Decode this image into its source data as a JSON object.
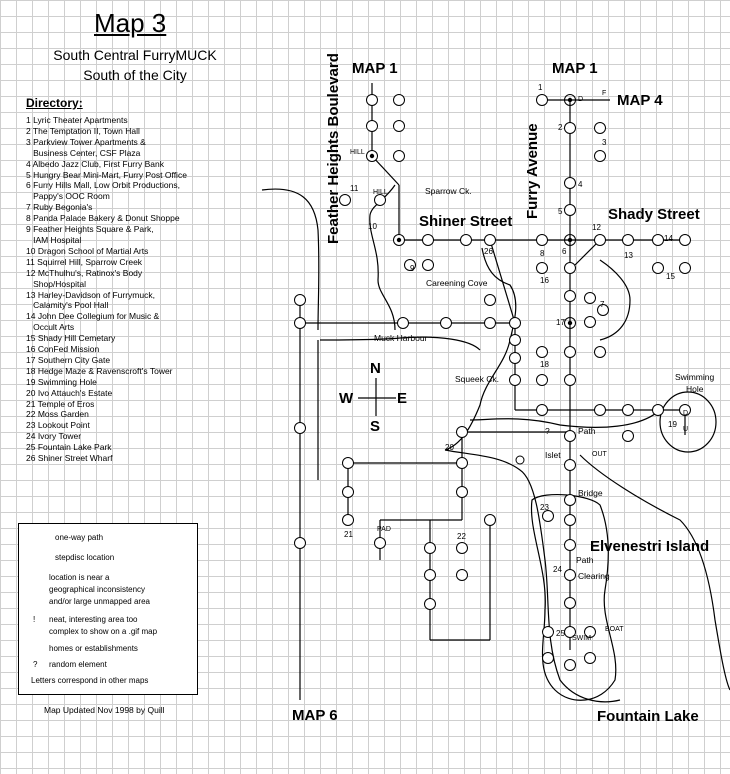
{
  "header": {
    "title": "Map 3",
    "subtitle_line1": "South Central FurryMUCK",
    "subtitle_line2": "South of the City"
  },
  "directory": {
    "heading": "Directory:",
    "lines": [
      "1 Lyric Theater Apartments",
      "2 The Temptation II, Town Hall",
      "3 Parkview Tower Apartments &",
      "   Business Center, CSF Plaza",
      "4 Albedo Jazz Club, First Furry Bank",
      "5 Hungry Bear Mini-Mart, Furry Post Office",
      "6 Furry Hills Mall, Low Orbit Productions,",
      "   Pappy's OOC Room",
      "7 Ruby Begonia's",
      "8 Panda Palace Bakery & Donut Shoppe",
      "9 Feather Heights Square & Park,",
      "   IAM Hospital",
      "10 Dragon School of Martial Arts",
      "11 Squirrel Hill, Sparrow Creek",
      "12 McThulhu's, Ratinox's Body",
      "   Shop/Hospital",
      "13 Harley-Davidson of Furrymuck,",
      "   Calamity's Pool Hall",
      "14 John Dee Collegium for Music &",
      "   Occult Arts",
      "15 Shady Hill Cemetary",
      "16 ConFed Mission",
      "17 Southern City Gate",
      "18 Hedge Maze & Ravenscroft's Tower",
      "19 Swimming Hole",
      "20 Ivo Attauch's Estate",
      "21 Temple of Eros",
      "22 Moss Garden",
      "23 Lookout Point",
      "24 Ivory Tower",
      "25 Fountain Lake Park",
      "26 Shiner Street Wharf"
    ]
  },
  "legend": {
    "one_way": "one-way path",
    "stepdisc": "stepdisc location",
    "inconsistency_1": "location is near a",
    "inconsistency_2": "geographical inconsistency",
    "inconsistency_3": "and/or large unmapped area",
    "neat_symbol": "!",
    "neat_1": "neat, interesting area too",
    "neat_2": "complex to show on a .gif map",
    "homes": "homes or establishments",
    "random_symbol": "?",
    "random": "random element",
    "letters": "Letters correspond in other maps"
  },
  "footer": {
    "updated": "Map Updated Nov 1998 by Quill"
  },
  "map_labels": {
    "map1_left": "MAP 1",
    "map1_right": "MAP 1",
    "map4": "MAP 4",
    "map6": "MAP 6",
    "feather_heights": "Feather   Heights Boulevard",
    "furry_avenue": "Furry Avenue",
    "shiner_street": "Shiner Street",
    "shady_street": "Shady Street",
    "sparrow_ck": "Sparrow Ck.",
    "careening_cove": "Careening Cove",
    "muck_harbour": "Muck Harbour",
    "squeek_ck": "Squeek Ck.",
    "swimming_hole_1": "Swimming",
    "swimming_hole_2": "Hole",
    "path1": "Path",
    "path2": "Path",
    "islet": "Islet",
    "out": "OUT",
    "bridge": "Bridge",
    "clearing": "Clearing",
    "elvenestri": "Elvenestri  Island",
    "fountain_lake": "Fountain Lake",
    "hill1": "HILL",
    "hill2": "HILL",
    "pad": "PAD",
    "boat": "BOAT",
    "swim": "SWIM",
    "question": "?",
    "compass_n": "N",
    "compass_s": "S",
    "compass_e": "E",
    "compass_w": "W",
    "dir_d": "D",
    "dir_f": "F",
    "dir_d2": "D",
    "dir_u": "U"
  },
  "location_numbers": [
    "1",
    "2",
    "3",
    "4",
    "5",
    "6",
    "7",
    "8",
    "9",
    "10",
    "11",
    "12",
    "13",
    "14",
    "15",
    "16",
    "17",
    "18",
    "19",
    "20",
    "21",
    "22",
    "23",
    "24",
    "25",
    "26"
  ]
}
